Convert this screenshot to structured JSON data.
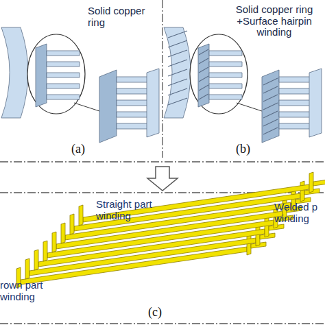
{
  "diagram": {
    "labels": [
      "Solid copper ring",
      "(a)",
      "Solid copper ring +Surface hairpin winding",
      "(b)",
      "Straight part winding",
      "Welded p winding",
      "rown part winding",
      "(c)"
    ]
  }
}
